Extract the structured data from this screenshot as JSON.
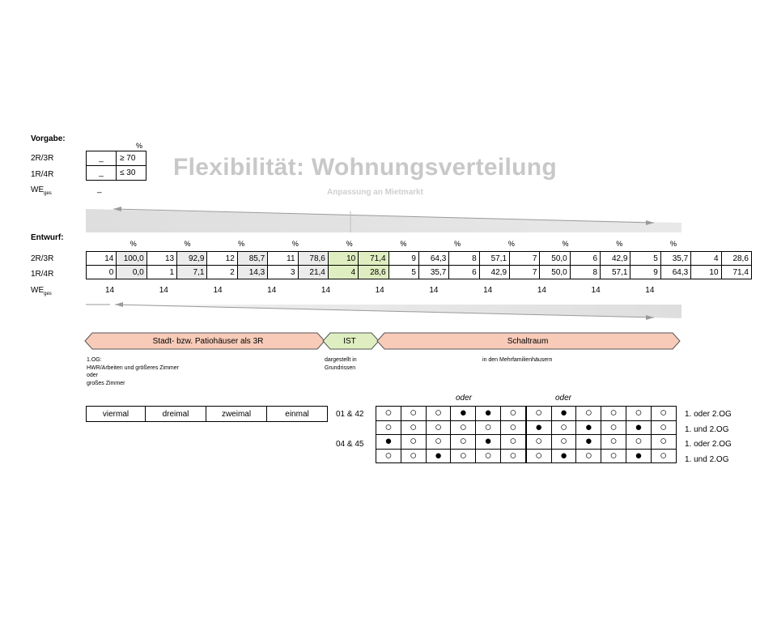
{
  "vorgabe": {
    "label": "Vorgabe:",
    "pct": "%",
    "rows": [
      {
        "name": "2R/3R",
        "val": "_",
        "req": "≥ 70"
      },
      {
        "name": "1R/4R",
        "val": "_",
        "req": "≤ 30"
      }
    ],
    "we": {
      "name": "WE",
      "sub": "ges",
      "val": "_"
    }
  },
  "title": "Flexibilität: Wohnungsverteilung",
  "subtitle": "Anpassung an Mietmarkt",
  "entwurf": {
    "label": "Entwurf:",
    "row_labels": [
      "2R/3R",
      "1R/4R"
    ],
    "we_label": "WE",
    "we_sub": "ges",
    "pct": "%",
    "columns": [
      {
        "a": "14",
        "ap": "100,0",
        "b": "0",
        "bp": "0,0",
        "we": "14"
      },
      {
        "a": "13",
        "ap": "92,9",
        "b": "1",
        "bp": "7,1",
        "we": "14"
      },
      {
        "a": "12",
        "ap": "85,7",
        "b": "2",
        "bp": "14,3",
        "we": "14"
      },
      {
        "a": "11",
        "ap": "78,6",
        "b": "3",
        "bp": "21,4",
        "we": "14"
      },
      {
        "a": "10",
        "ap": "71,4",
        "b": "4",
        "bp": "28,6",
        "we": "14"
      },
      {
        "a": "9",
        "ap": "64,3",
        "b": "5",
        "bp": "35,7",
        "we": "14"
      },
      {
        "a": "8",
        "ap": "57,1",
        "b": "6",
        "bp": "42,9",
        "we": "14"
      },
      {
        "a": "7",
        "ap": "50,0",
        "b": "7",
        "bp": "50,0",
        "we": "14"
      },
      {
        "a": "6",
        "ap": "42,9",
        "b": "8",
        "bp": "57,1",
        "we": "14"
      },
      {
        "a": "5",
        "ap": "35,7",
        "b": "9",
        "bp": "64,3",
        "we": "14"
      },
      {
        "a": "4",
        "ap": "28,6",
        "b": "10",
        "bp": "71,4",
        "we": "14"
      }
    ]
  },
  "segments": {
    "left": "Stadt- bzw. Patiohäuser als 3R",
    "mid": "IST",
    "right": "Schaltraum"
  },
  "notes": {
    "left": [
      "1.OG:",
      "HWR/Arbeiten und größeres Zimmer",
      "oder",
      "großes Zimmer"
    ],
    "mid": [
      "dargestellt in",
      "Grundrissen"
    ],
    "right": "in den Mehrfamilienhäusern"
  },
  "frequency": [
    "viermal",
    "dreimal",
    "zweimal",
    "einmal"
  ],
  "oder_labels": [
    "oder",
    "oder"
  ],
  "grid": {
    "groups": [
      "01 & 42",
      "04 & 45"
    ],
    "row_labels": [
      "1. oder  2.OG",
      "1. und  2.OG",
      "1. oder  2.OG",
      "1. und  2.OG"
    ],
    "rows": [
      "○○○●●○○●○○○○",
      "○○○○○○●○●○●○",
      "●○○○●○○○●○○○",
      "○○●○○○○●○○●○"
    ]
  },
  "colors": {
    "title": "#c8c8c8",
    "highlight_green": "#dfeec0",
    "salmon": "#f8cbb8",
    "band_gray": "#e3e3e3",
    "cell_gray": "#ebebeb"
  }
}
